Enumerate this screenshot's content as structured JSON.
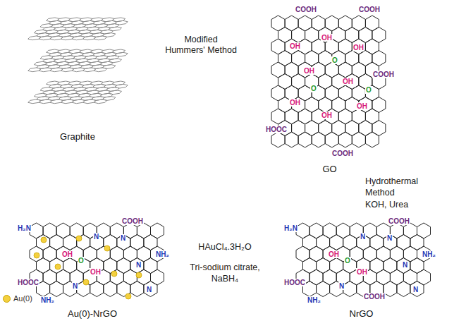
{
  "diagram": {
    "nodes": [
      {
        "text": [
          "Graphite"
        ]
      },
      {
        "text": [
          "GO"
        ]
      },
      {
        "text": [
          "NrGO"
        ]
      },
      {
        "text": [
          "Au(0)-NrGO"
        ]
      }
    ],
    "edges": [
      {
        "from": 0,
        "to": 1,
        "arrow": "to",
        "label": "Modified Hummers' Method"
      },
      {
        "from": 1,
        "to": 2,
        "arrow": "to",
        "label": "Hydrothermal Method"
      },
      {
        "from": 2,
        "to": 3,
        "arrow": "to",
        "label": "HAuCl₄.3H₂O"
      }
    ],
    "labels": [
      "COOH",
      "COOH",
      "COOH",
      "HOOC",
      "COOH",
      "OH",
      "OH",
      "OH",
      "OH",
      "OH",
      "OH",
      "OH",
      "OH",
      "O",
      "O",
      "O",
      "H₂N",
      "COOH",
      "NH₂",
      "HOOC",
      "COOH",
      "NH₂",
      "OH",
      "OH",
      "O",
      "N",
      "N",
      "N",
      "N",
      "N",
      "H₂N",
      "COOH",
      "NH₂",
      "HOOC",
      "NH₂",
      "OH",
      "OH",
      "O",
      "N",
      "N",
      "N",
      "N",
      "N",
      "KOH, Urea",
      "Tri-sodium citrate, NaBH₄"
    ],
    "legend": [
      {
        "text": "Au(0)",
        "color": "#f4d03f"
      }
    ]
  }
}
